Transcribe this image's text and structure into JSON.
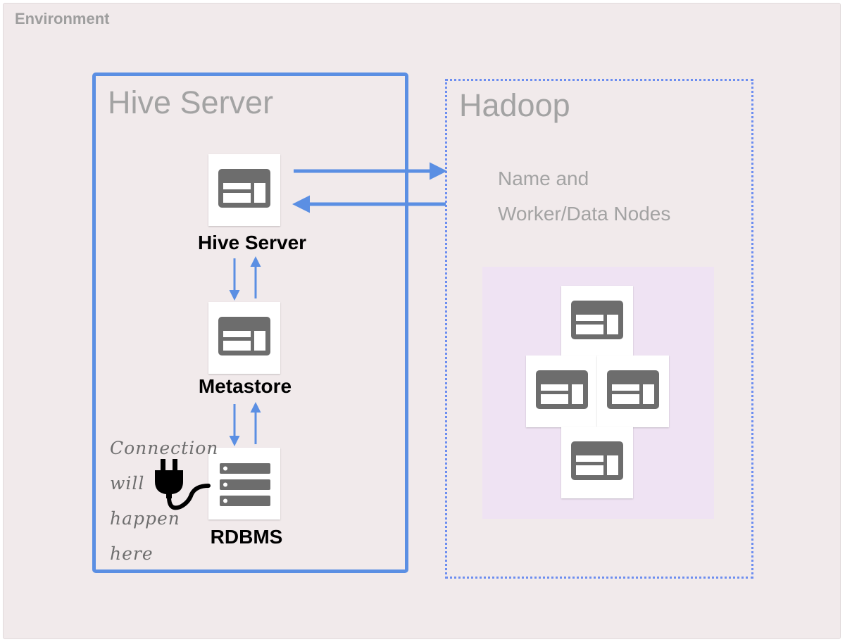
{
  "environment": {
    "label": "Environment"
  },
  "hive": {
    "title": "Hive Server",
    "components": {
      "hive_server": "Hive Server",
      "metastore": "Metastore",
      "rdbms": "RDBMS"
    },
    "note": [
      "Connection",
      "will",
      "happen",
      "here"
    ]
  },
  "hadoop": {
    "title": "Hadoop",
    "nodes_line1": "Name and",
    "nodes_line2": "Worker/Data Nodes"
  },
  "colors": {
    "accent": "#5b8fe3",
    "environment_bg": "#f1eaeb",
    "cluster_bg": "#efe3f3",
    "icon_gray": "#6d6d6d"
  },
  "icons": {
    "server": "server-window-icon",
    "database": "database-rack-icon",
    "plug": "power-plug-icon"
  }
}
